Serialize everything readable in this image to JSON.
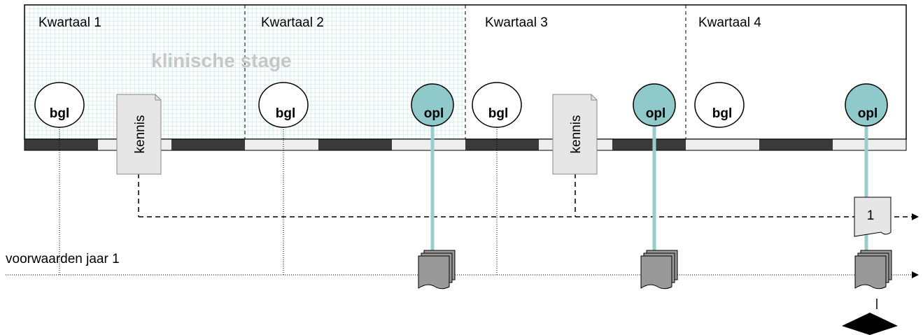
{
  "quarters": [
    {
      "label": "Kwartaal 1"
    },
    {
      "label": "Kwartaal 2"
    },
    {
      "label": "Kwartaal 3"
    },
    {
      "label": "Kwartaal 4"
    }
  ],
  "stage_label": "klinische stage",
  "bgl_label": "bgl",
  "opl_label": "opl",
  "kennis_label": "kennis",
  "doc_number": "1",
  "voorwaarden_label": "voorwaarden jaar 1",
  "colors": {
    "stage_grid": "#bfe3e3",
    "opl_fill": "#8fc9c9",
    "connector": "#99cccc",
    "bar_dark": "#3a3a3a",
    "bar_light": "#eeeeee",
    "doc_fill": "#e6e6e6",
    "doc_stack": "#999999"
  }
}
